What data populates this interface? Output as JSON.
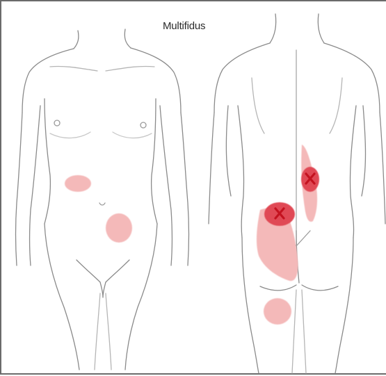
{
  "title": "Multifidus",
  "colors": {
    "outline": "#8a8a8a",
    "outline_light": "#b5b5b5",
    "referred_pain": "#f4b9b9",
    "primary_pain": "#e04a55",
    "trigger_point": "#c4121f"
  },
  "views": [
    {
      "name": "front-view"
    },
    {
      "name": "back-view"
    }
  ]
}
